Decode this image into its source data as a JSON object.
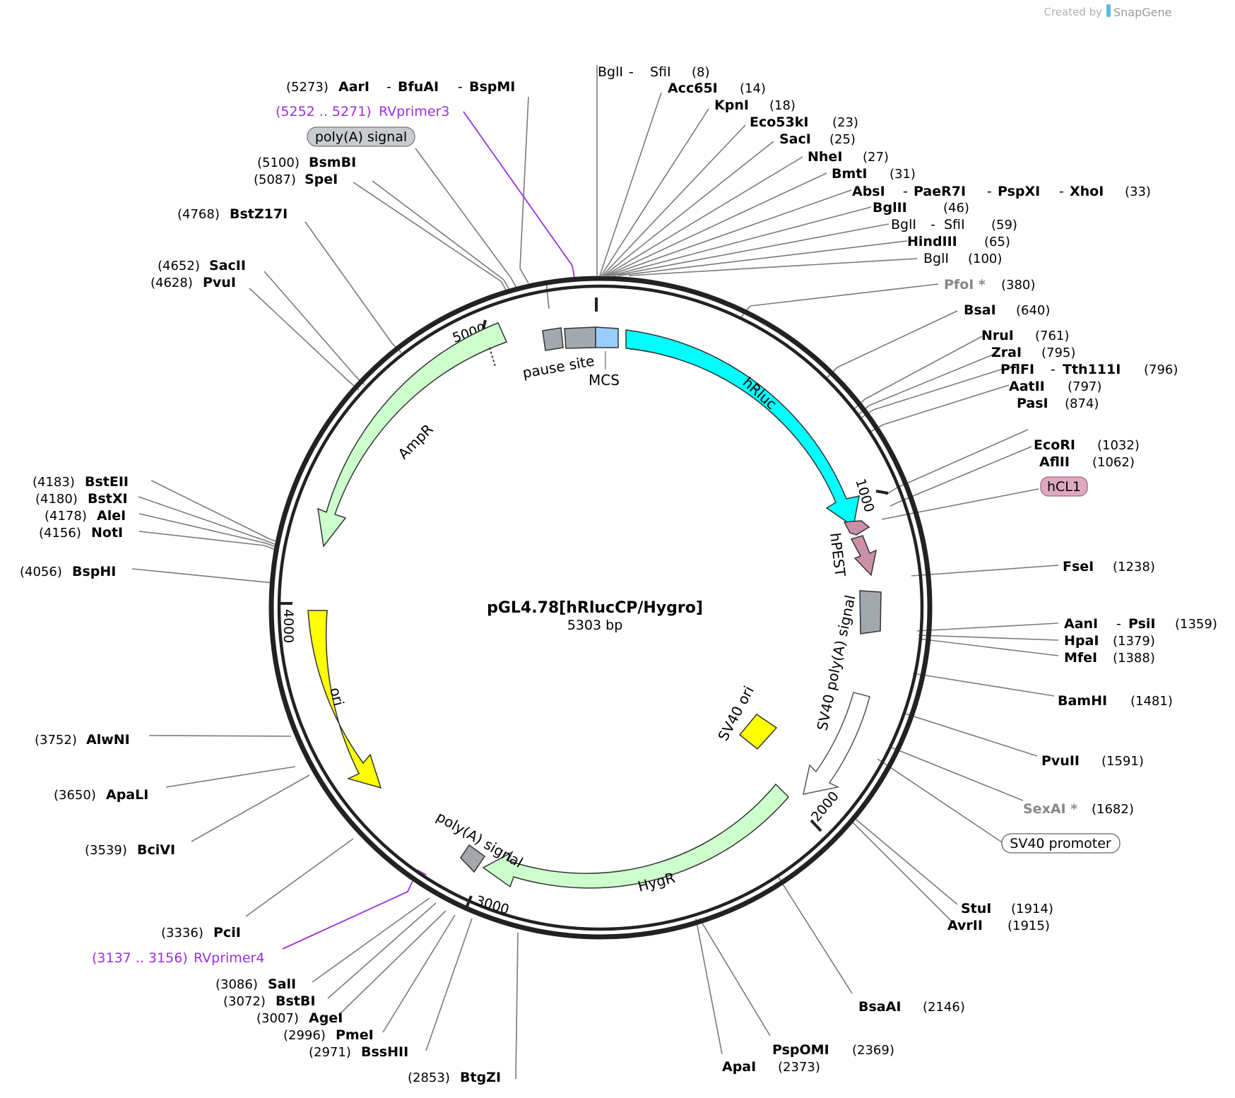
{
  "credit": {
    "prefix": "Created by",
    "brand": "SnapGene"
  },
  "plasmid": {
    "name": "pGL4.78[hRlucCP/Hygro]",
    "length_text": "5303 bp"
  },
  "ticks": [
    "1000",
    "2000",
    "3000",
    "4000",
    "5000"
  ],
  "features": {
    "hRluc": "hRluc",
    "hPEST": "hPEST",
    "SV40polyA": "SV40 poly(A) signal",
    "SV40ori": "SV40 ori",
    "HygR": "HygR",
    "polyA2": "poly(A) signal",
    "ori": "ori",
    "AmpR": "AmpR",
    "pause": "pause site",
    "MCS": "MCS"
  },
  "boxed": {
    "polyA_top": "poly(A) signal",
    "hCL1": "hCL1",
    "sv40prom": "SV40 promoter"
  },
  "primers": {
    "rv3_pos": "(5252 .. 5271)",
    "rv3_name": "RVprimer3",
    "rv4_pos": "(3137 .. 3156)",
    "rv4_name": "RVprimer4"
  },
  "right_sites": [
    {
      "name": "Acc65I",
      "num": "(14)"
    },
    {
      "name": "KpnI",
      "num": "(18)"
    },
    {
      "name": "Eco53kI",
      "num": "(23)"
    },
    {
      "name": "SacI",
      "num": "(25)"
    },
    {
      "name": "NheI",
      "num": "(27)"
    },
    {
      "name": "BmtI",
      "num": "(31)"
    },
    {
      "name": "BglII",
      "num": "(46)"
    },
    {
      "name": "HindIII",
      "num": "(65)"
    },
    {
      "name": "BglI",
      "num": "(100)"
    },
    {
      "name": "PfoI *",
      "num": "(380)"
    },
    {
      "name": "BsaI",
      "num": "(640)"
    },
    {
      "name": "NruI",
      "num": "(761)"
    },
    {
      "name": "ZraI",
      "num": "(795)"
    },
    {
      "name": "AatII",
      "num": "(797)"
    },
    {
      "name": "PasI",
      "num": "(874)"
    },
    {
      "name": "EcoRI",
      "num": "(1032)"
    },
    {
      "name": "AflII",
      "num": "(1062)"
    },
    {
      "name": "FseI",
      "num": "(1238)"
    },
    {
      "name": "HpaI",
      "num": "(1379)"
    },
    {
      "name": "MfeI",
      "num": "(1388)"
    },
    {
      "name": "BamHI",
      "num": "(1481)"
    },
    {
      "name": "PvuII",
      "num": "(1591)"
    },
    {
      "name": "SexAI *",
      "num": "(1682)"
    },
    {
      "name": "StuI",
      "num": "(1914)"
    },
    {
      "name": "AvrII",
      "num": "(1915)"
    },
    {
      "name": "BsaAI",
      "num": "(2146)"
    },
    {
      "name": "PspOMI",
      "num": "(2369)"
    },
    {
      "name": "ApaI",
      "num": "(2373)"
    }
  ],
  "multi_sites": {
    "bgl_sfi_8": {
      "a": "BglI",
      "b": "SfiI",
      "num": "(8)"
    },
    "absi": {
      "a": "AbsI",
      "b": "PaeR7I",
      "c": "PspXI",
      "d": "XhoI",
      "num": "(33)"
    },
    "bgl_sfi_59": {
      "a": "BglI",
      "b": "SfiI",
      "num": "(59)"
    },
    "pflfi": {
      "a": "PflFI",
      "b": "Tth111I",
      "num": "(796)"
    },
    "aani": {
      "a": "AanI",
      "b": "PsiI",
      "num": "(1359)"
    },
    "aari": {
      "num": "(5273)",
      "a": "AarI",
      "b": "BfuAI",
      "c": "BspMI"
    }
  },
  "left_sites": [
    {
      "num": "(5100)",
      "name": "BsmBI"
    },
    {
      "num": "(5087)",
      "name": "SpeI"
    },
    {
      "num": "(4768)",
      "name": "BstZ17I"
    },
    {
      "num": "(4652)",
      "name": "SacII"
    },
    {
      "num": "(4628)",
      "name": "PvuI"
    },
    {
      "num": "(4183)",
      "name": "BstEII"
    },
    {
      "num": "(4180)",
      "name": "BstXI"
    },
    {
      "num": "(4178)",
      "name": "AleI"
    },
    {
      "num": "(4156)",
      "name": "NotI"
    },
    {
      "num": "(4056)",
      "name": "BspHI"
    },
    {
      "num": "(3752)",
      "name": "AlwNI"
    },
    {
      "num": "(3650)",
      "name": "ApaLI"
    },
    {
      "num": "(3539)",
      "name": "BciVI"
    },
    {
      "num": "(3336)",
      "name": "PciI"
    },
    {
      "num": "(3086)",
      "name": "SalI"
    },
    {
      "num": "(3072)",
      "name": "BstBI"
    },
    {
      "num": "(3007)",
      "name": "AgeI"
    },
    {
      "num": "(2996)",
      "name": "PmeI"
    },
    {
      "num": "(2971)",
      "name": "BssHII"
    },
    {
      "num": "(2853)",
      "name": "BtgZI"
    }
  ]
}
